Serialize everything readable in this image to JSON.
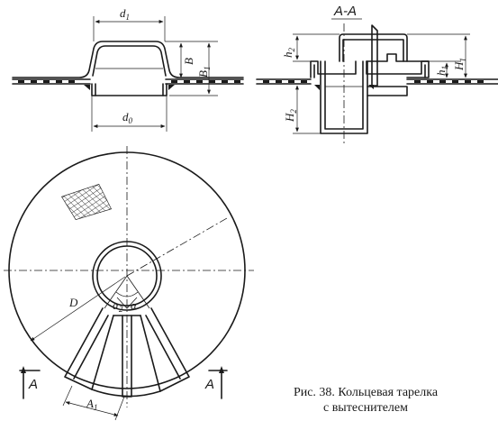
{
  "figure": {
    "caption_line1": "Рис. 38. Кольцевая тарелка",
    "caption_line2": "с вытеснителем"
  },
  "section_title": "A-A",
  "labels": {
    "d1": "d",
    "d1_sub": "1",
    "d0": "d",
    "d0_sub": "0",
    "B": "B",
    "B1": "B",
    "B1_sub": "1",
    "h2": "h",
    "h2_sub": "2",
    "h1": "h",
    "h1_sub": "1",
    "H1": "H",
    "H1_sub": "1",
    "H2": "H",
    "H2_sub": "2",
    "D": "D",
    "alpha_left": "α",
    "alpha_left_sub": "2",
    "alpha_right": "α",
    "A1": "A",
    "A1_sub": "1",
    "cut_left": "A",
    "cut_right": "A"
  }
}
